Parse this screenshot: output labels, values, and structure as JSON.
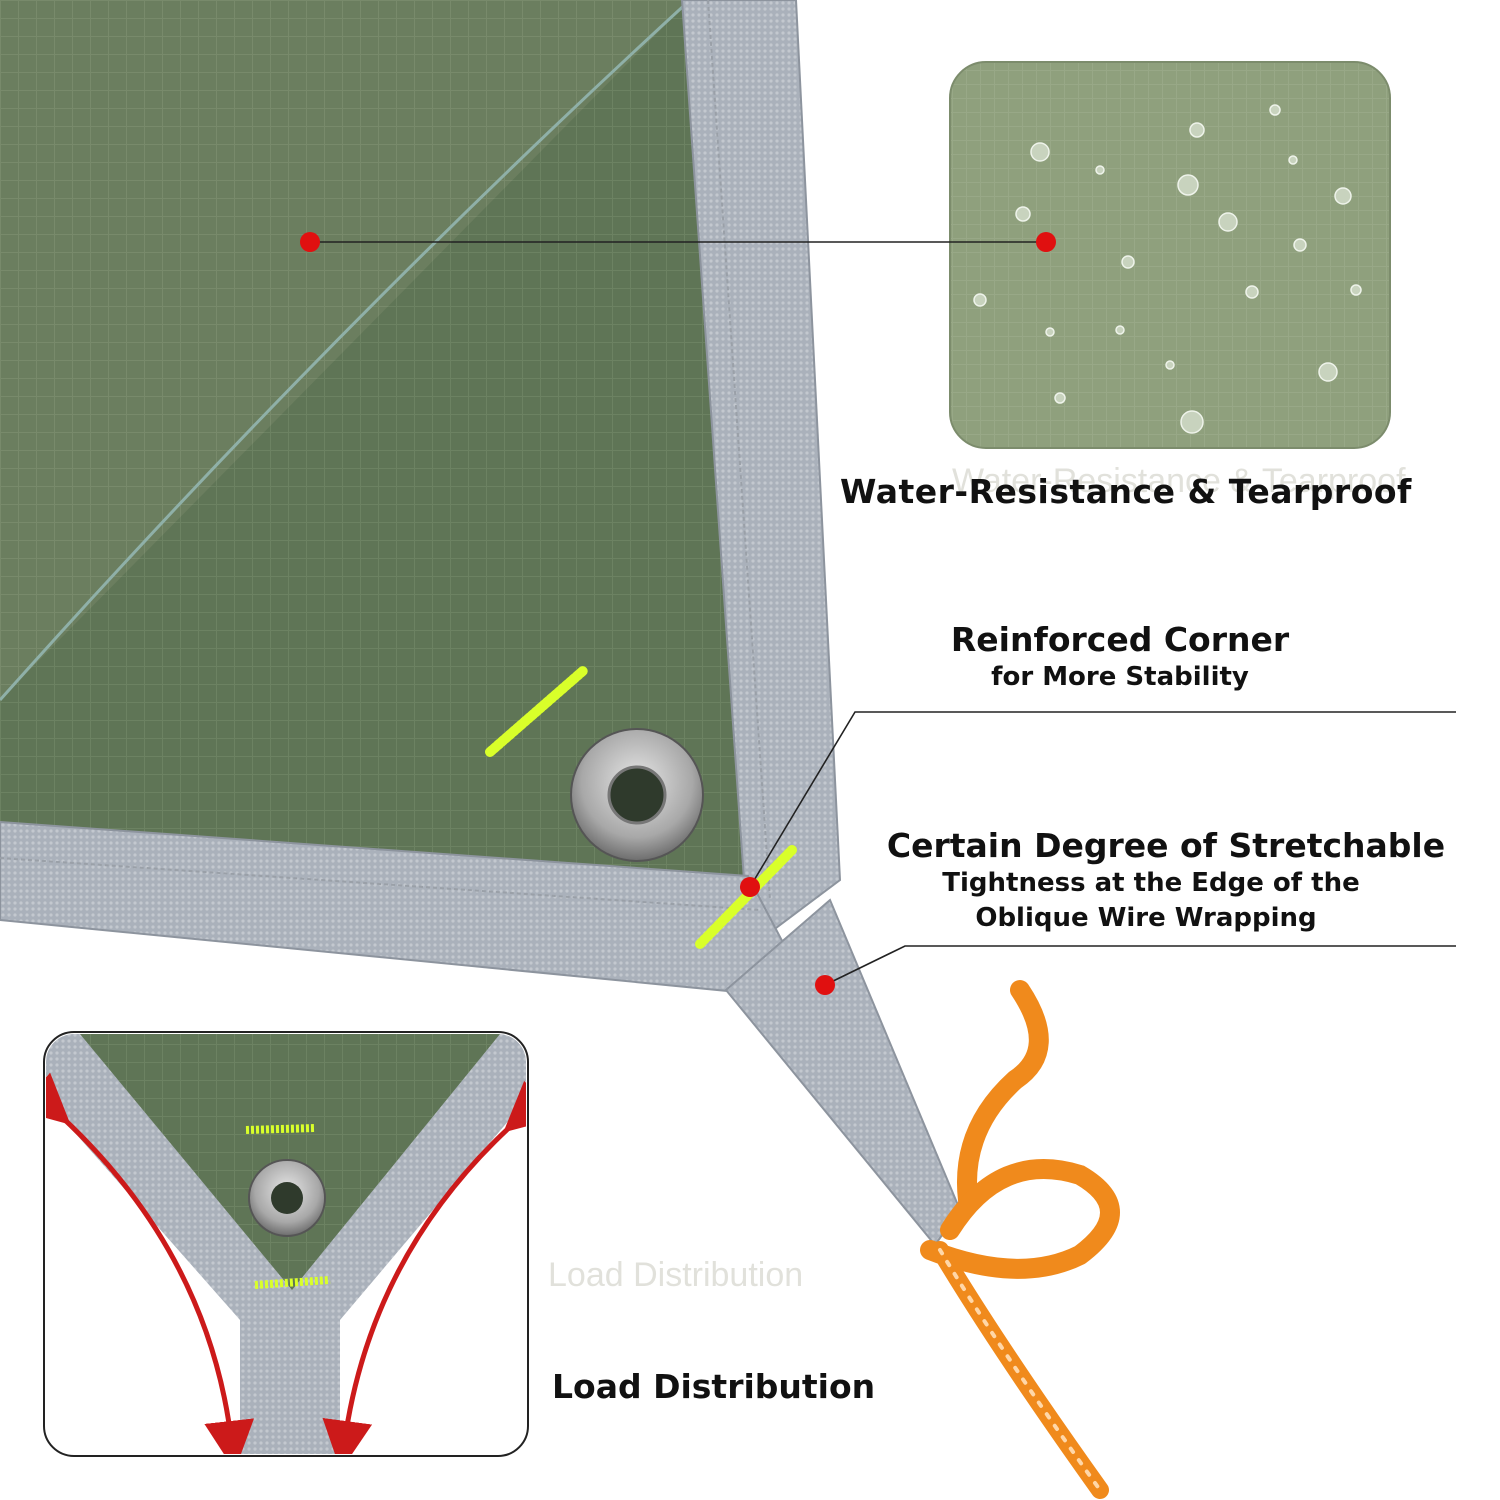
{
  "callouts": {
    "water": {
      "title": "Water-Resistance & Tearproof"
    },
    "corner": {
      "title": "Reinforced Corner",
      "subtitle": "for More Stability"
    },
    "stretch": {
      "title": "Certain Degree of Stretchable",
      "line2": "Tightness at the Edge of the",
      "line3": "Oblique Wire Wrapping"
    },
    "load": {
      "title": "Load Distribution"
    }
  },
  "colors": {
    "tarp_green": "#5d7355",
    "webbing_gray": "#aeb4bd",
    "marker_red": "#e01010",
    "rope_orange": "#f08a1c",
    "stitch_yellow": "#d9ff2a",
    "arrow_red": "#cc1a1a"
  }
}
